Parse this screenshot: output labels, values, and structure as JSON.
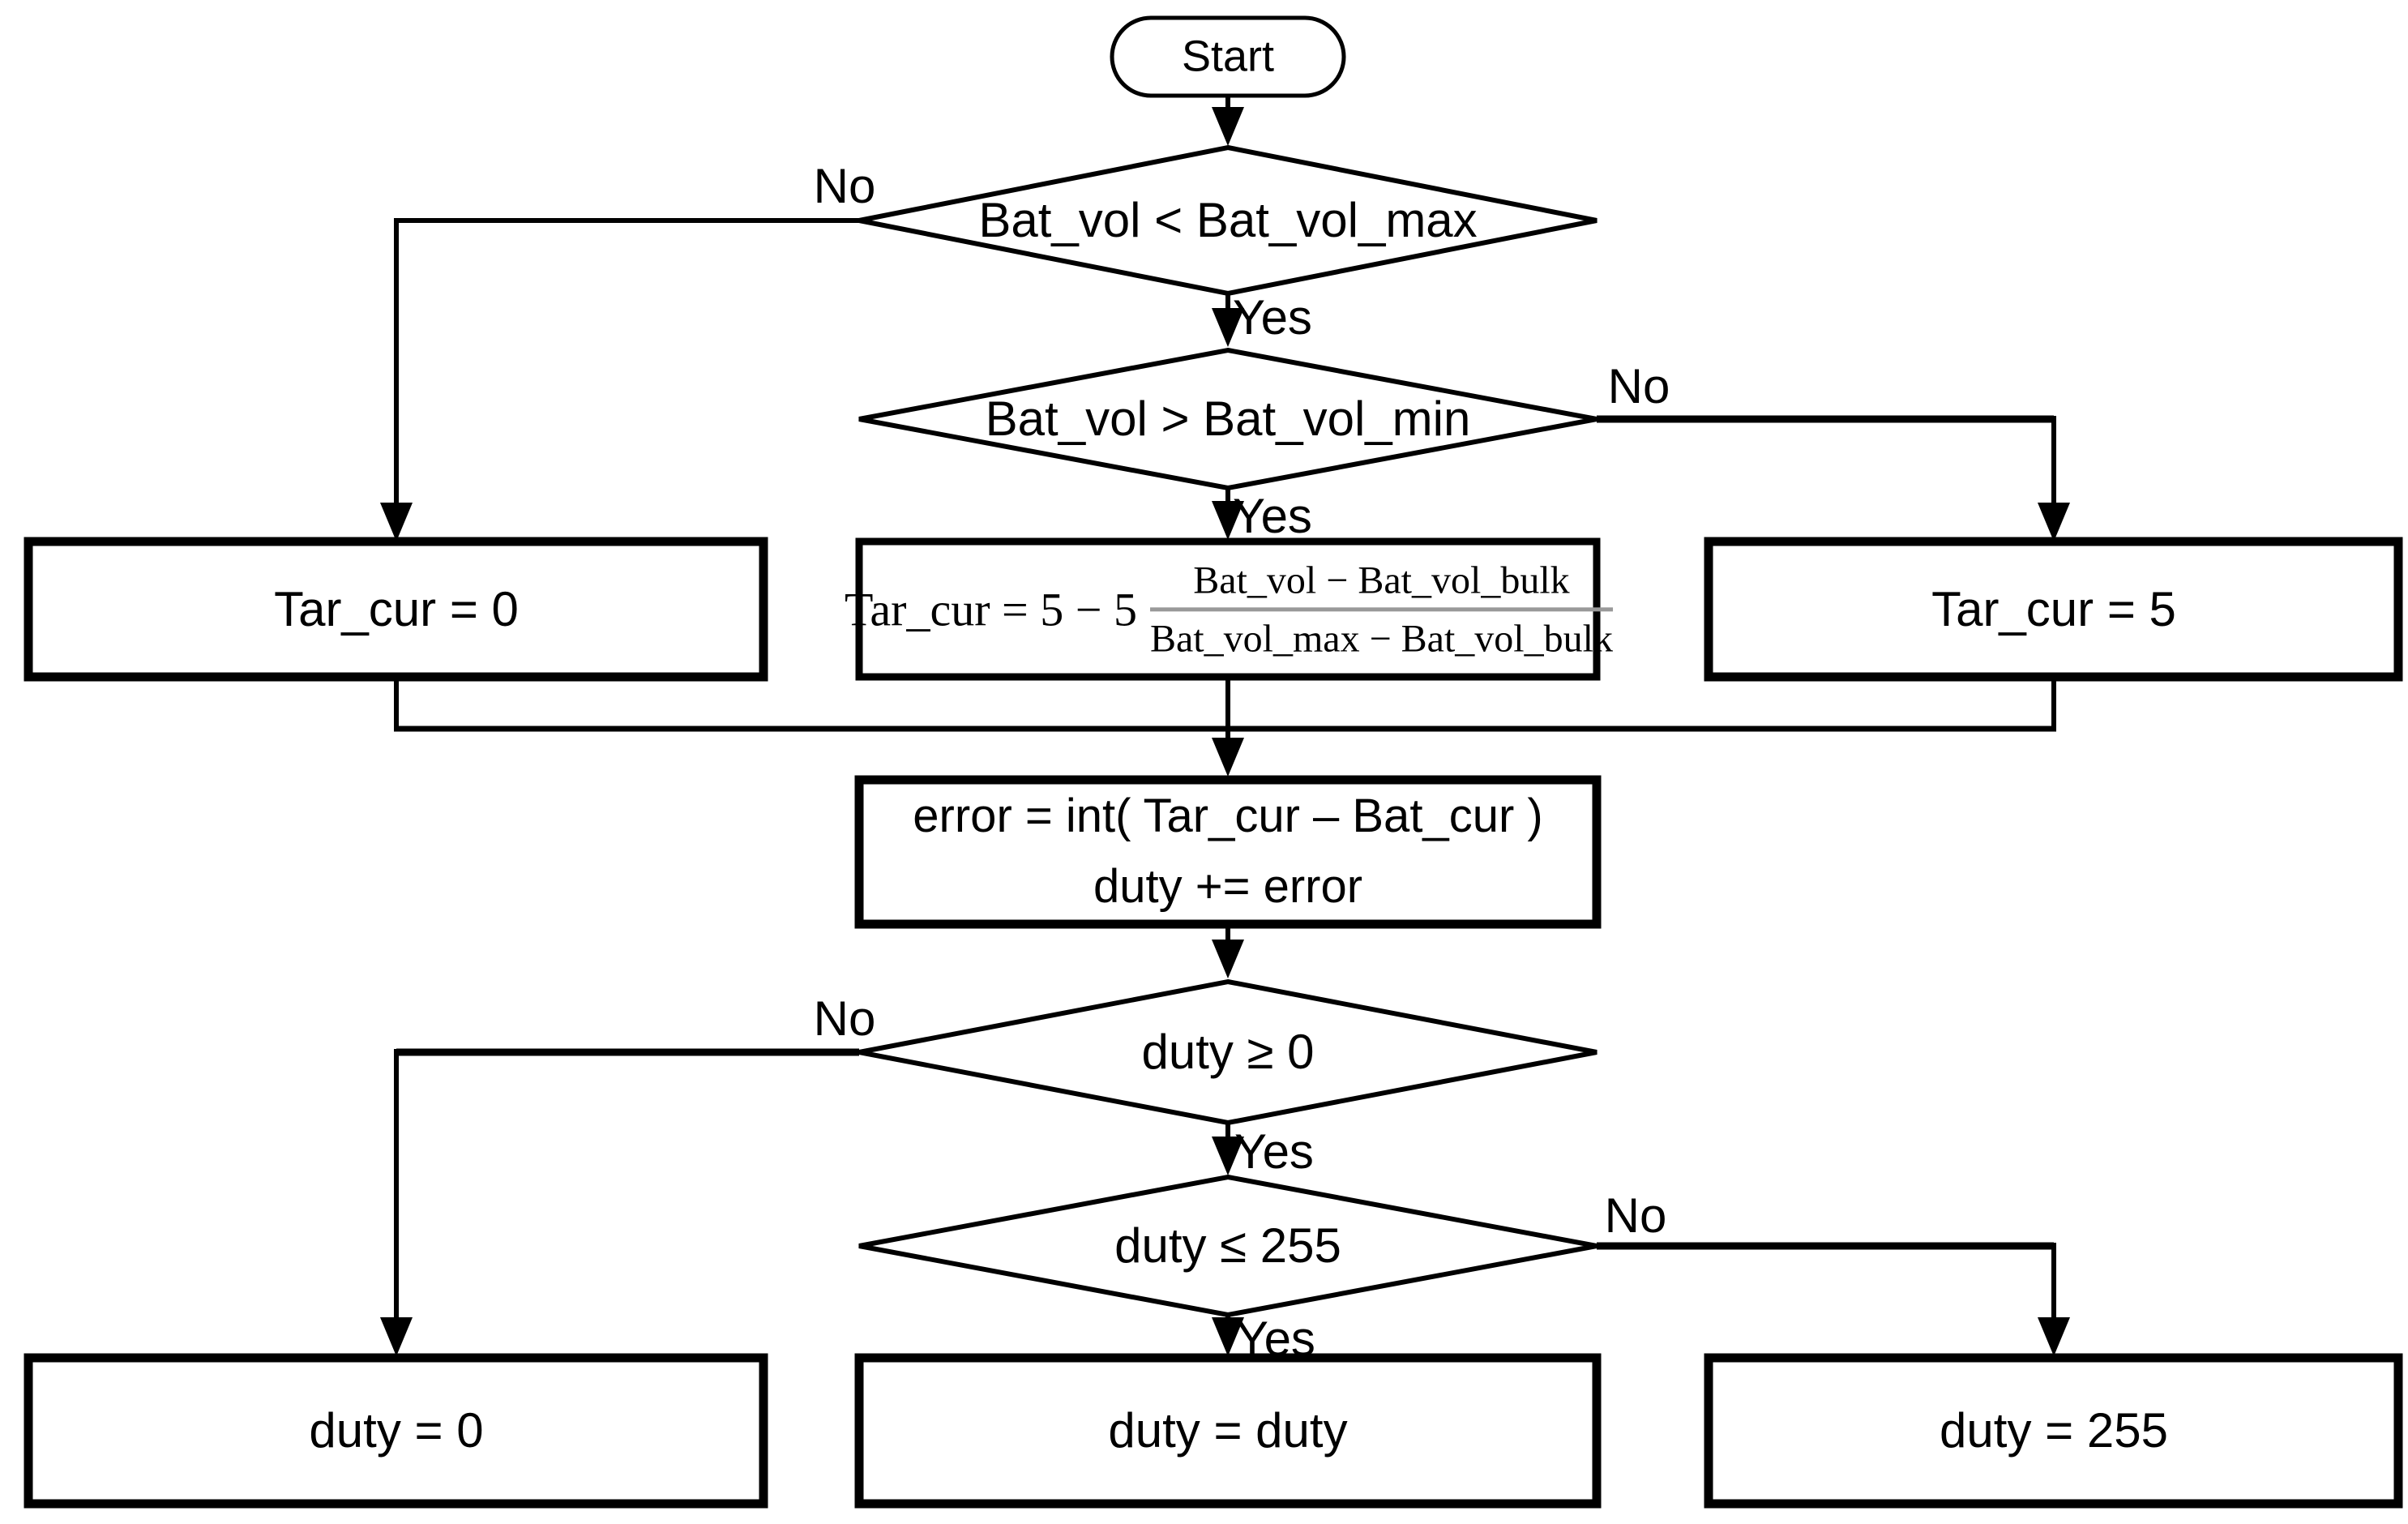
{
  "flowchart": {
    "nodes": {
      "start": {
        "label": "Start"
      },
      "decision_vol_max": {
        "label": "Bat_vol < Bat_vol_max"
      },
      "decision_vol_min": {
        "label": "Bat_vol > Bat_vol_min"
      },
      "tar_cur_zero": {
        "label": "Tar_cur = 0"
      },
      "tar_cur_formula": {
        "lhs": "Tar_cur = 5 − 5",
        "numerator": "Bat_vol − Bat_vol_bulk",
        "denominator": "Bat_vol_max − Bat_vol_bulk"
      },
      "tar_cur_five": {
        "label": "Tar_cur = 5"
      },
      "error_update": {
        "line1": "error = int( Tar_cur – Bat_cur )",
        "line2": "duty += error"
      },
      "decision_duty_min": {
        "label": "duty ≥ 0"
      },
      "decision_duty_max": {
        "label": "duty ≤ 255"
      },
      "duty_zero": {
        "label": "duty = 0"
      },
      "duty_keep": {
        "label": "duty = duty"
      },
      "duty_max": {
        "label": "duty = 255"
      }
    },
    "edge_labels": {
      "d1_no": "No",
      "d1_yes": "Yes",
      "d2_no": "No",
      "d2_yes": "Yes",
      "d3_no": "No",
      "d3_yes": "Yes",
      "d4_no": "No",
      "d4_yes": "Yes"
    }
  },
  "colors": {
    "ink": "#000000",
    "background": "#ffffff",
    "fraction_bar": "#999999"
  }
}
